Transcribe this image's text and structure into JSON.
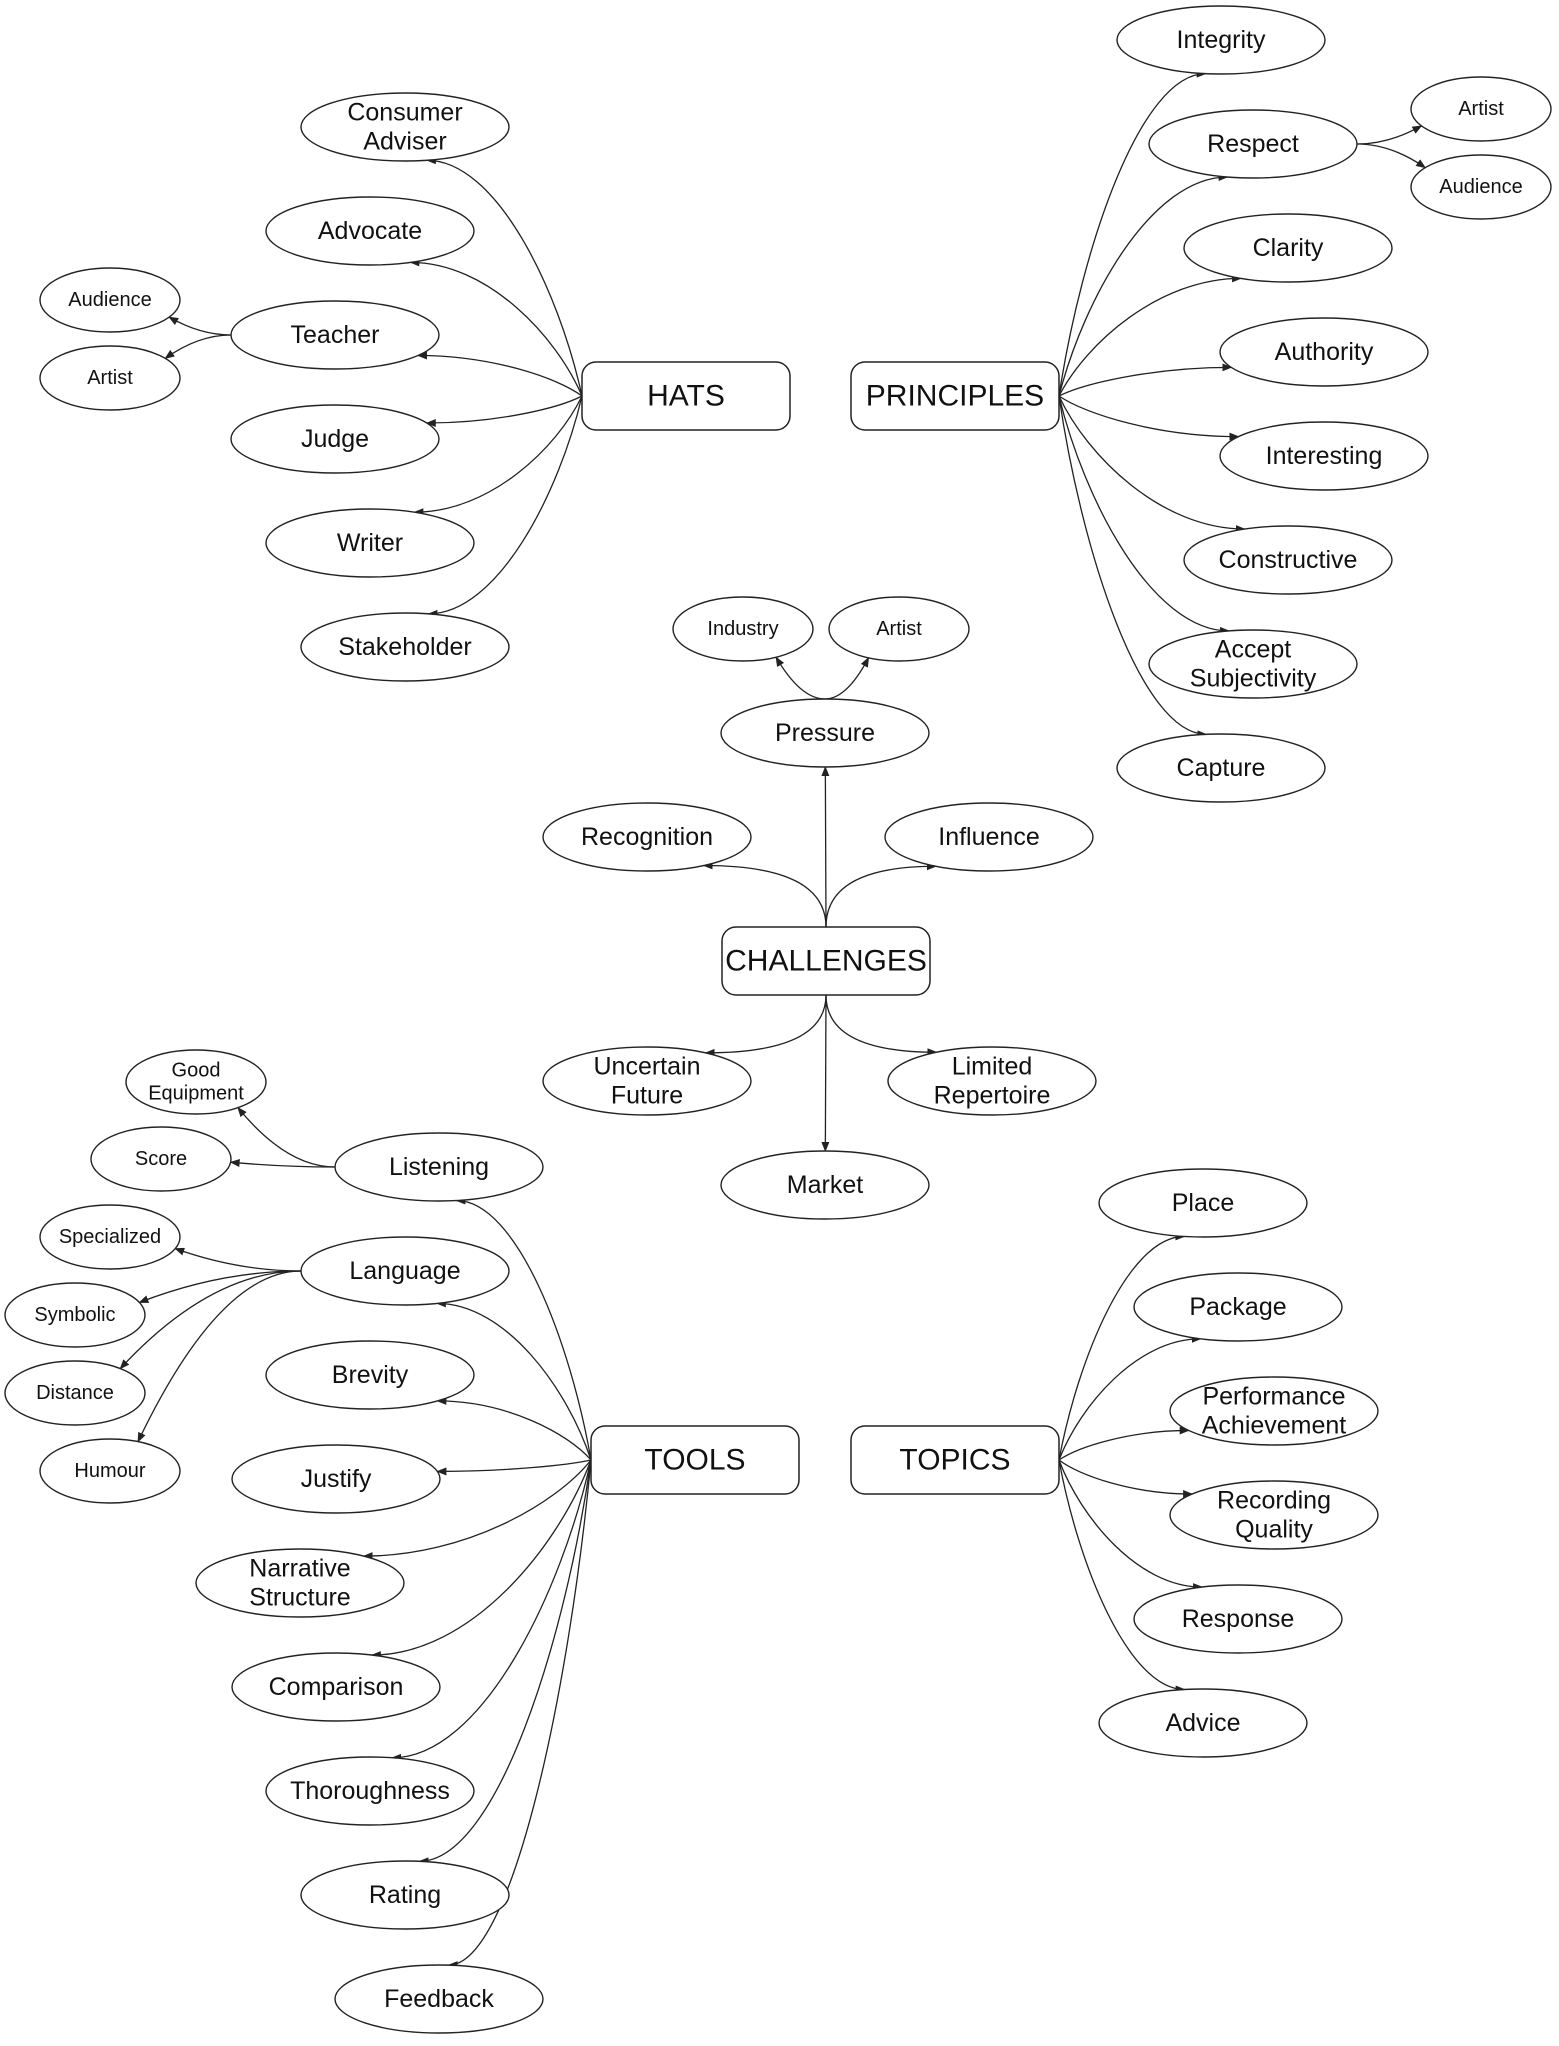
{
  "hubs": {
    "hats": "HATS",
    "principles": "PRINCIPLES",
    "challenges": "CHALLENGES",
    "tools": "TOOLS",
    "topics": "TOPICS"
  },
  "hats": {
    "consumer_adviser": [
      "Consumer",
      "Adviser"
    ],
    "advocate": "Advocate",
    "teacher": "Teacher",
    "teacher_audience": "Audience",
    "teacher_artist": "Artist",
    "judge": "Judge",
    "writer": "Writer",
    "stakeholder": "Stakeholder"
  },
  "principles": {
    "integrity": "Integrity",
    "respect": "Respect",
    "respect_artist": "Artist",
    "respect_audience": "Audience",
    "clarity": "Clarity",
    "authority": "Authority",
    "interesting": "Interesting",
    "constructive": "Constructive",
    "accept_subjectivity": [
      "Accept",
      "Subjectivity"
    ],
    "capture": "Capture"
  },
  "challenges": {
    "pressure": "Pressure",
    "pressure_industry": "Industry",
    "pressure_artist": "Artist",
    "recognition": "Recognition",
    "influence": "Influence",
    "uncertain_future": [
      "Uncertain",
      "Future"
    ],
    "limited_repertoire": [
      "Limited",
      "Repertoire"
    ],
    "market": "Market"
  },
  "tools": {
    "listening": "Listening",
    "good_equipment": [
      "Good",
      "Equipment"
    ],
    "score": "Score",
    "language": "Language",
    "specialized": "Specialized",
    "symbolic": "Symbolic",
    "distance": "Distance",
    "humour": "Humour",
    "brevity": "Brevity",
    "justify": "Justify",
    "narrative_structure": [
      "Narrative",
      "Structure"
    ],
    "comparison": "Comparison",
    "thoroughness": "Thoroughness",
    "rating": "Rating",
    "feedback": "Feedback"
  },
  "topics": {
    "place": "Place",
    "package": "Package",
    "performance_achievement": [
      "Performance",
      "Achievement"
    ],
    "recording_quality": [
      "Recording",
      "Quality"
    ],
    "response": "Response",
    "advice": "Advice"
  }
}
